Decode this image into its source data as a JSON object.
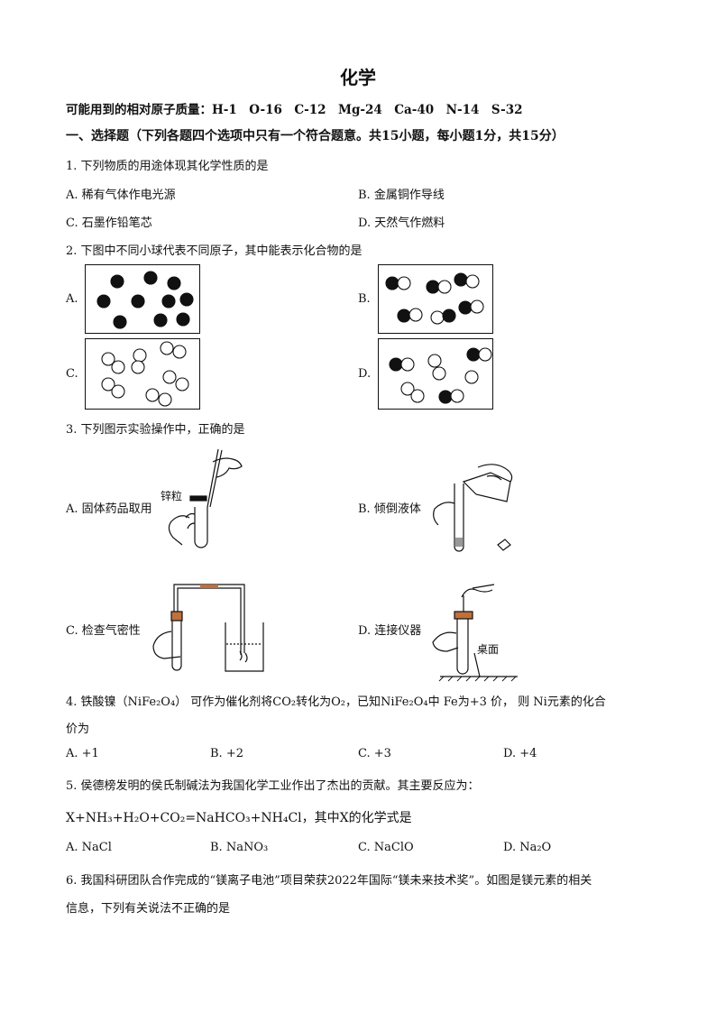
{
  "title": "化学",
  "atomic_masses": "可能用到的相对原子质量：H-1　O-16　C-12　Mg-24　Ca-40　N-14　S-32",
  "section1": "一、选择题（下列各题四个选项中只有一个符合题意。共15小题，每小题1分，共15分）",
  "q1": {
    "stem": "1. 下列物质的用途体现其化学性质的是",
    "A": "A. 稀有气体作电光源",
    "B": "B. 金属铜作导线",
    "C": "C. 石墨作铅笔芯",
    "D": "D. 天然气作燃料"
  },
  "q2": {
    "stem": "2. 下图中不同小球代表不同原子，其中能表示化合物的是",
    "A": "A.",
    "B": "B.",
    "C": "C.",
    "D": "D."
  },
  "q3": {
    "stem": "3. 下列图示实验操作中，正确的是",
    "A": "A. 固体药品取用",
    "A_label": "锌粒",
    "B": "B. 倾倒液体",
    "C": "C. 检查气密性",
    "D": "D. 连接仪器",
    "D_label": "桌面"
  },
  "q4": {
    "stem_line1": "4. 铁酸镍（NiFe₂O₄） 可作为催化剂将CO₂转化为O₂，已知NiFe₂O₄中 Fe为+3 价， 则 Ni元素的化合",
    "stem_line2": "价为",
    "A": "A. +1",
    "B": "B. +2",
    "C": "C. +3",
    "D": "D. +4"
  },
  "q5": {
    "stem": "5. 侯德榜发明的侯氏制碱法为我国化学工业作出了杰出的贡献。其主要反应为：",
    "equation": "X+NH₃+H₂O+CO₂=NaHCO₃+NH₄Cl，其中X的化学式是",
    "A": "A. NaCl",
    "B": "B. NaNO₃",
    "C": "C. NaClO",
    "D": "D. Na₂O"
  },
  "q6": {
    "stem_line1": "6. 我国科研团队合作完成的“镁离子电池”项目荣获2022年国际“镁未来技术奖”。如图是镁元素的相关",
    "stem_line2": "信息，下列有关说法不正确的是"
  }
}
